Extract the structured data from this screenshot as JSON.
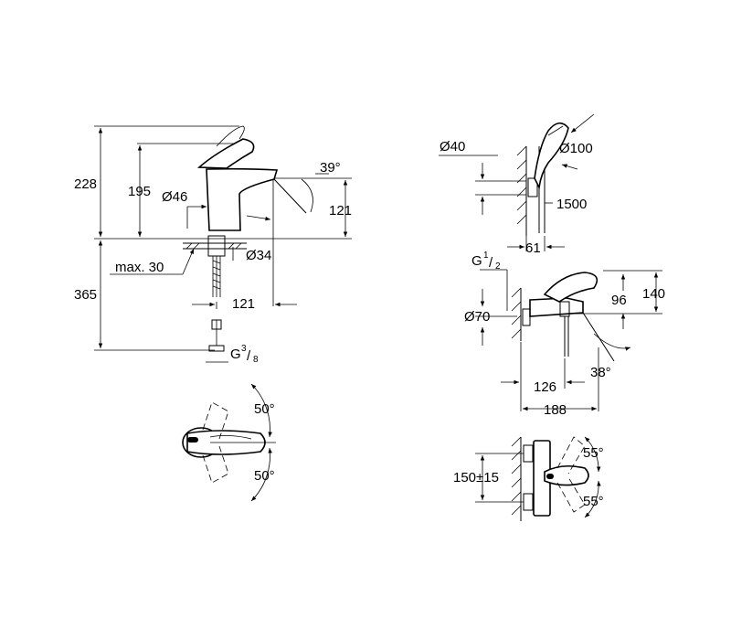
{
  "basin_mixer": {
    "height_total": "228",
    "height_lever": "195",
    "body_diameter": "Ø46",
    "lever_angle": "39°",
    "spout_height": "121",
    "hole_diameter": "Ø34",
    "max_deck": "max. 30",
    "hose_length": "365",
    "spout_reach": "121",
    "thread_prefix": "G",
    "thread_num": "3",
    "thread_den": "8",
    "swivel_left": "50°",
    "swivel_right": "50°"
  },
  "shower_set": {
    "rail_diameter": "Ø40",
    "head_diameter": "Ø100",
    "hose_length": "1500",
    "wall_offset": "61"
  },
  "bath_mixer": {
    "thread_prefix": "G",
    "thread_num": "1",
    "thread_den": "2",
    "flange_diameter": "Ø70",
    "height_96": "96",
    "height_140": "140",
    "reach_126": "126",
    "reach_188": "188",
    "lever_angle": "38°",
    "centers": "150±15",
    "swivel_top": "55°",
    "swivel_bottom": "55°"
  }
}
